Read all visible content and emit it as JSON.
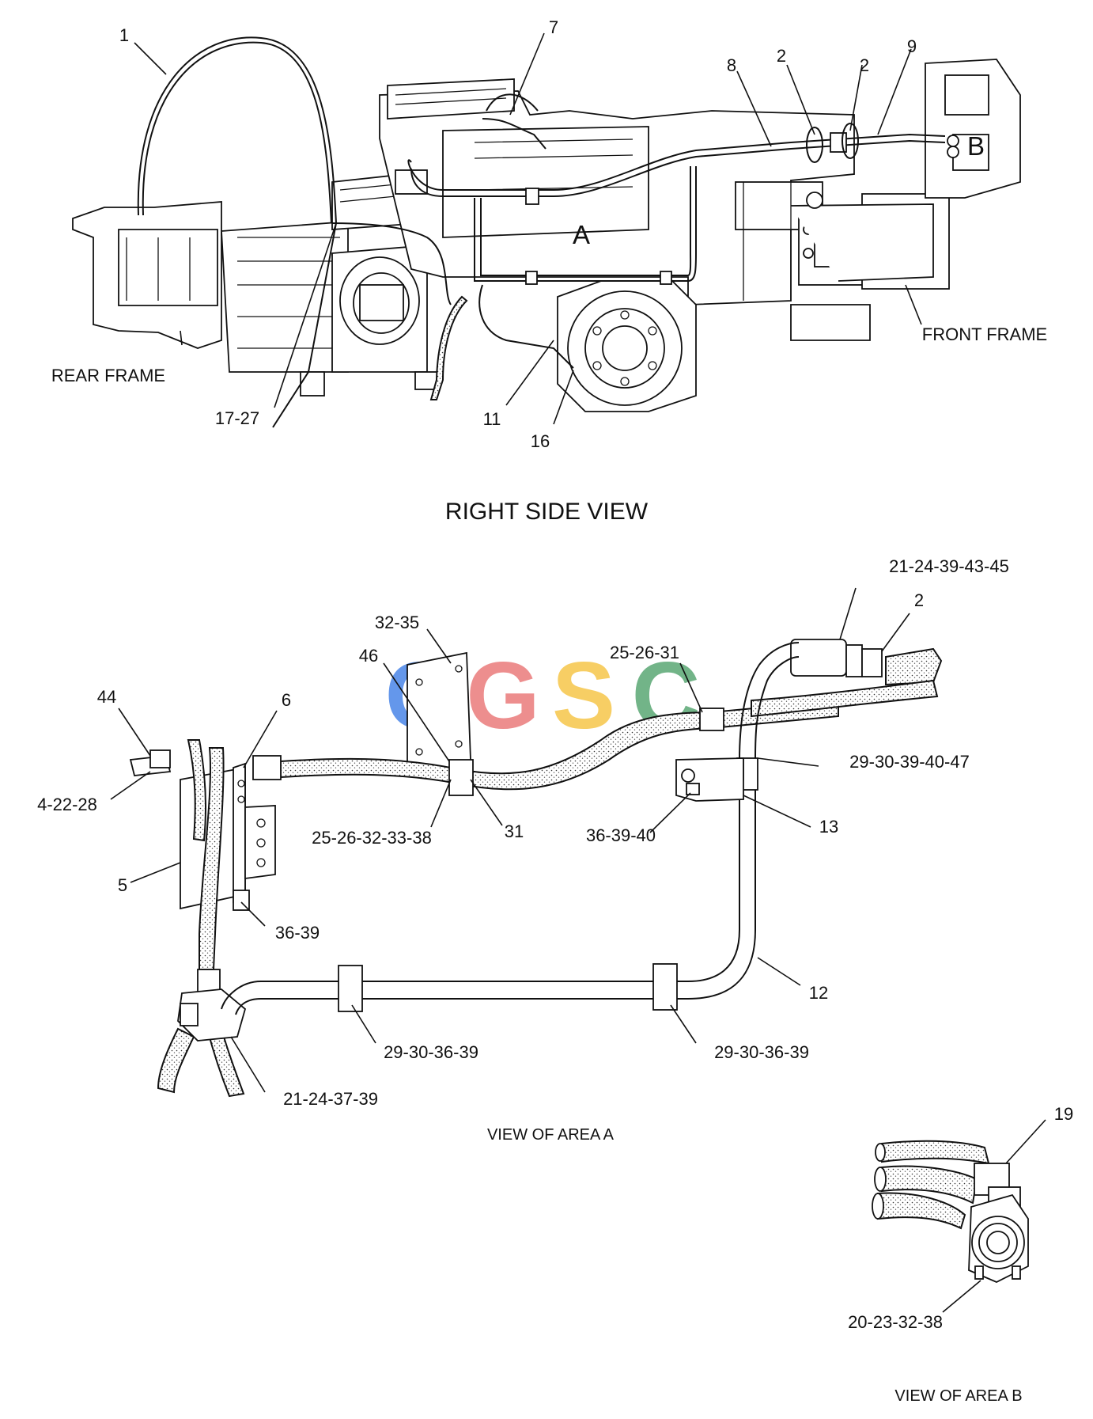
{
  "titles": {
    "right_side_view": "RIGHT SIDE VIEW",
    "view_area_a": "VIEW OF AREA A",
    "view_area_b": "VIEW OF AREA B"
  },
  "frame_labels": {
    "rear_frame": "REAR FRAME",
    "front_frame": "FRONT FRAME"
  },
  "area_markers": {
    "a": "A",
    "b": "B"
  },
  "watermark": {
    "letters": [
      "C",
      "G",
      "S",
      "C"
    ],
    "colors": [
      "#4a86e8",
      "#ea7b7b",
      "#f6c64a",
      "#5aa874"
    ]
  },
  "callouts_side": {
    "c1": "1",
    "c7": "7",
    "c8": "8",
    "c2a": "2",
    "c2b": "2",
    "c9": "9",
    "c17_27": "17-27",
    "c11": "11",
    "c16": "16"
  },
  "callouts_area_a": {
    "c44": "44",
    "c6": "6",
    "c4_22_28": "4-22-28",
    "c5": "5",
    "c36_39": "36-39",
    "c32_35": "32-35",
    "c46": "46",
    "c25_26_32_33_38": "25-26-32-33-38",
    "c31": "31",
    "c25_26_31": "25-26-31",
    "c21_24_39_43_45": "21-24-39-43-45",
    "c2": "2",
    "c29_30_39_40_47": "29-30-39-40-47",
    "c36_39_40": "36-39-40",
    "c13": "13",
    "c12": "12",
    "c29_30_36_39_left": "29-30-36-39",
    "c29_30_36_39_right": "29-30-36-39",
    "c21_24_37_39": "21-24-37-39"
  },
  "callouts_area_b": {
    "c19": "19",
    "c20_23_32_38": "20-23-32-38"
  }
}
